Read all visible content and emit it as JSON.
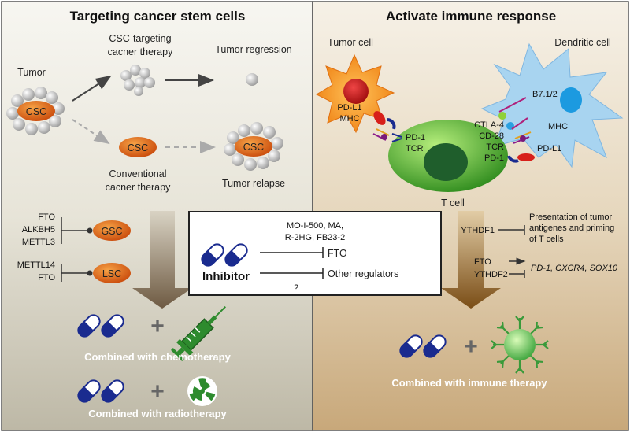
{
  "left_panel": {
    "title": "Targeting cancer stem cells",
    "tumor_label": "Tumor",
    "csc_label": "CSC",
    "csc_therapy_line1": "CSC-targeting",
    "csc_therapy_line2": "cacner therapy",
    "regression_label": "Tumor regression",
    "conventional_line1": "Conventional",
    "conventional_line2": "cacner therapy",
    "relapse_label": "Tumor relapse",
    "gsc_regulators": [
      "FTO",
      "ALKBH5",
      "METTL3"
    ],
    "gsc_label": "GSC",
    "lsc_regulators": [
      "METTL14",
      "FTO"
    ],
    "lsc_label": "LSC",
    "plus": "+",
    "chemo_caption": "Combined with chemotherapy",
    "radio_caption": "Combined with radiotherapy"
  },
  "inhibitor_box": {
    "compounds_line1": "MO-I-500, MA,",
    "compounds_line2": "R-2HG, FB23-2",
    "target1": "FTO",
    "target2": "Other regulators",
    "unknown": "?",
    "label": "Inhibitor"
  },
  "right_panel": {
    "title": "Activate immune response",
    "tumor_cell_label": "Tumor cell",
    "dendritic_label": "Dendritic cell",
    "tcell_label": "T cell",
    "tumor_markers": [
      "PD-L1",
      "MHC"
    ],
    "tcell_left_markers": [
      "PD-1",
      "TCR"
    ],
    "tcell_right_markers": [
      "CTLA-4",
      "CD-28",
      "TCR",
      "PD-1"
    ],
    "dc_b7": "B7.1/2",
    "dc_mhc": "MHC",
    "dc_pdl1": "PD-L1",
    "ythdf1": "YTHDF1",
    "ythdf1_effect_line1": "Presentation of tumor",
    "ythdf1_effect_line2": "antigenes and priming",
    "ythdf1_effect_line3": "of T cells",
    "fto": "FTO",
    "ythdf2": "YTHDF2",
    "genes": "PD-1, CXCR4, SOX10",
    "plus": "+",
    "immune_caption": "Combined with immune therapy"
  }
}
